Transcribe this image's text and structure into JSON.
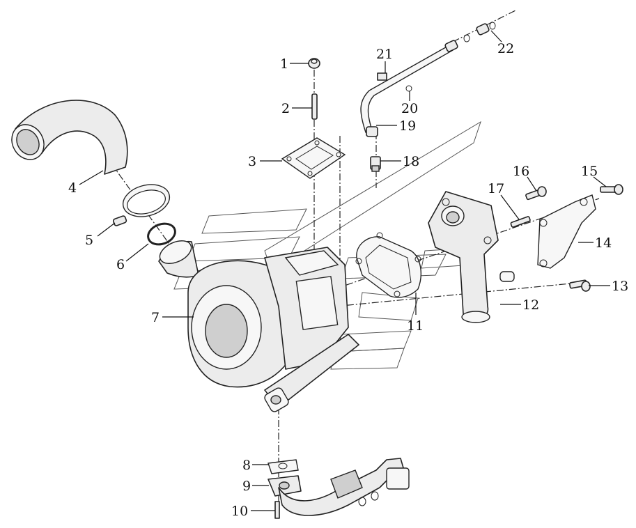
{
  "callouts": [
    {
      "id": "1",
      "label": "1"
    },
    {
      "id": "2",
      "label": "2"
    },
    {
      "id": "3",
      "label": "3"
    },
    {
      "id": "4",
      "label": "4"
    },
    {
      "id": "5",
      "label": "5"
    },
    {
      "id": "6",
      "label": "6"
    },
    {
      "id": "7",
      "label": "7"
    },
    {
      "id": "8",
      "label": "8"
    },
    {
      "id": "9",
      "label": "9"
    },
    {
      "id": "10",
      "label": "10"
    },
    {
      "id": "11",
      "label": "11"
    },
    {
      "id": "12",
      "label": "12"
    },
    {
      "id": "13",
      "label": "13"
    },
    {
      "id": "14",
      "label": "14"
    },
    {
      "id": "15",
      "label": "15"
    },
    {
      "id": "16",
      "label": "16"
    },
    {
      "id": "17",
      "label": "17"
    },
    {
      "id": "18",
      "label": "18"
    },
    {
      "id": "19",
      "label": "19"
    },
    {
      "id": "20",
      "label": "20"
    },
    {
      "id": "21",
      "label": "21"
    },
    {
      "id": "22",
      "label": "22"
    }
  ],
  "colors": {
    "line": "#222222",
    "fill": "#ececec",
    "background": "#ffffff"
  }
}
